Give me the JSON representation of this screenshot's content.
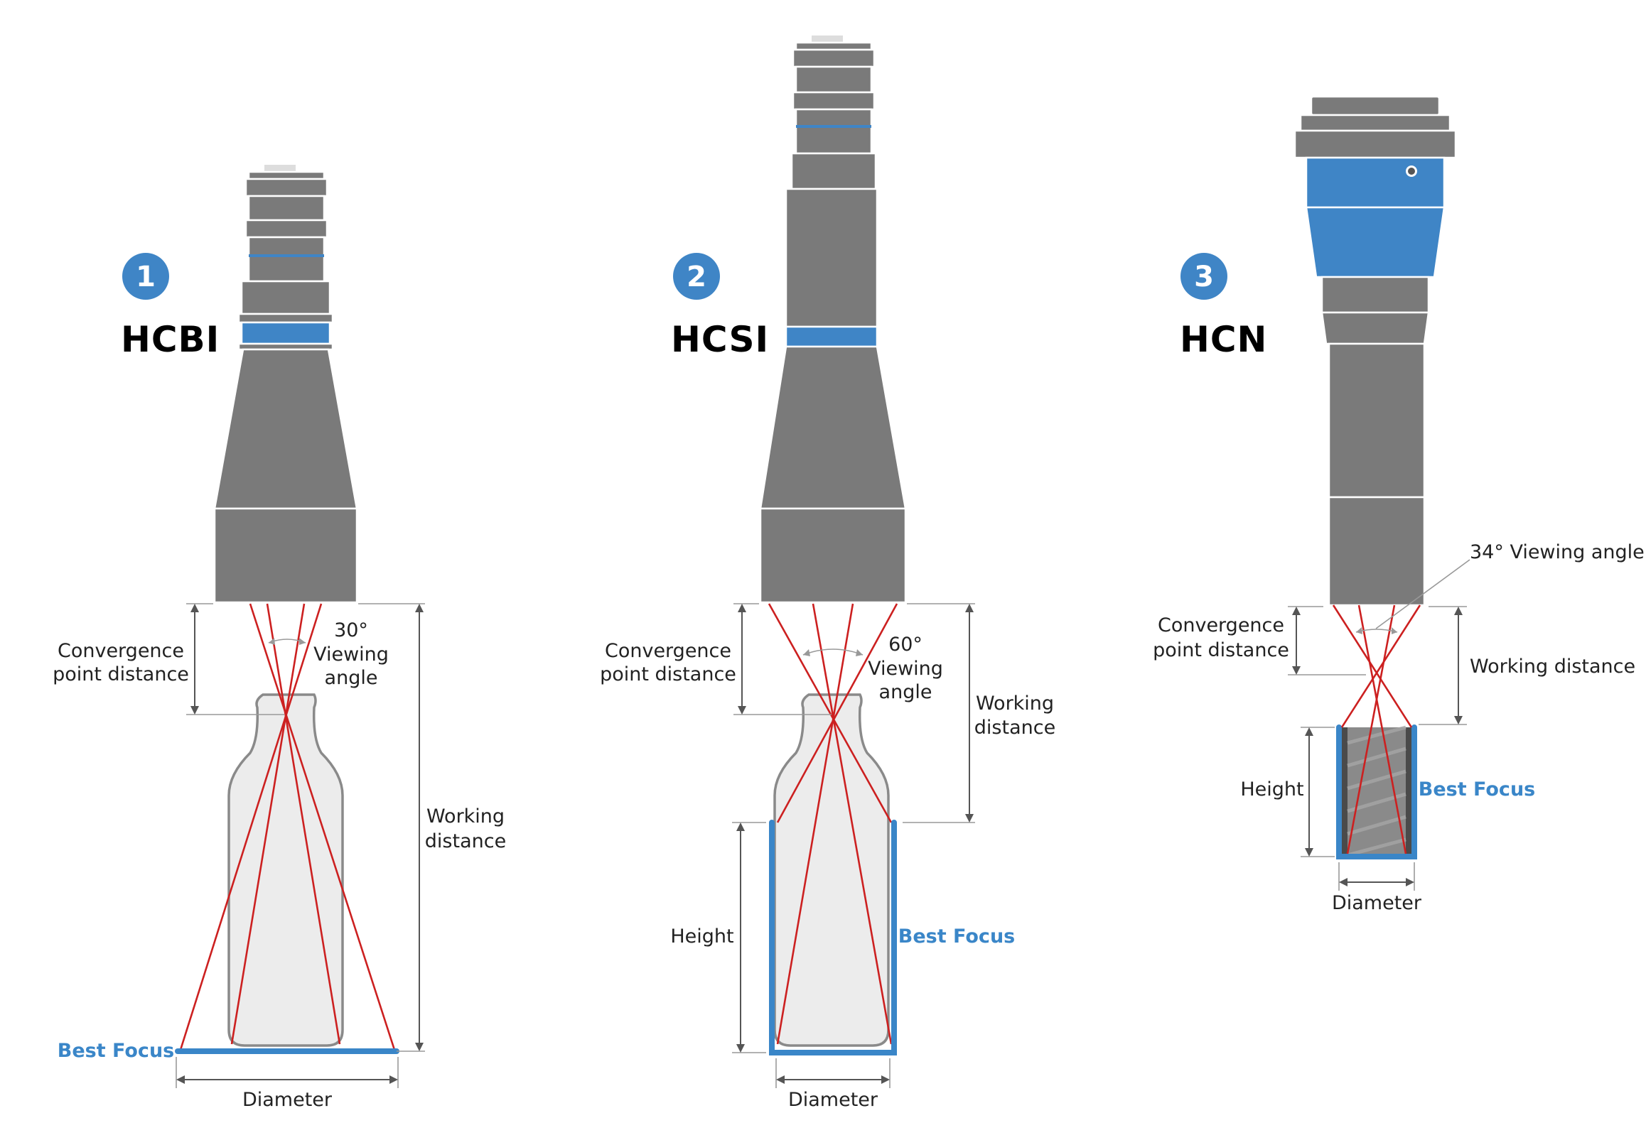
{
  "panels": [
    {
      "number": "1",
      "model": "HCBI",
      "convergence_label": [
        "Convergence",
        "point distance"
      ],
      "angle_label": [
        "30°",
        "Viewing",
        "angle"
      ],
      "working_label": [
        "Working",
        "distance"
      ],
      "best_focus": "Best Focus",
      "diameter": "Diameter"
    },
    {
      "number": "2",
      "model": "HCSI",
      "convergence_label": [
        "Convergence",
        "point distance"
      ],
      "angle_label": [
        "60°",
        "Viewing",
        "angle"
      ],
      "working_label": [
        "Working",
        "distance"
      ],
      "height_label": "Height",
      "best_focus": "Best Focus",
      "diameter": "Diameter"
    },
    {
      "number": "3",
      "model": "HCN",
      "convergence_label": [
        "Convergence",
        "point distance"
      ],
      "angle_label": [
        "34° Viewing angle"
      ],
      "working_label": [
        "Working distance"
      ],
      "height_label": "Height",
      "best_focus": "Best Focus",
      "diameter": "Diameter"
    }
  ],
  "colors": {
    "lens_body": "#7a7a7a",
    "accent_blue": "#3f85c6",
    "ray_red": "#cc2020",
    "badge_blue": "#3f85c6"
  }
}
